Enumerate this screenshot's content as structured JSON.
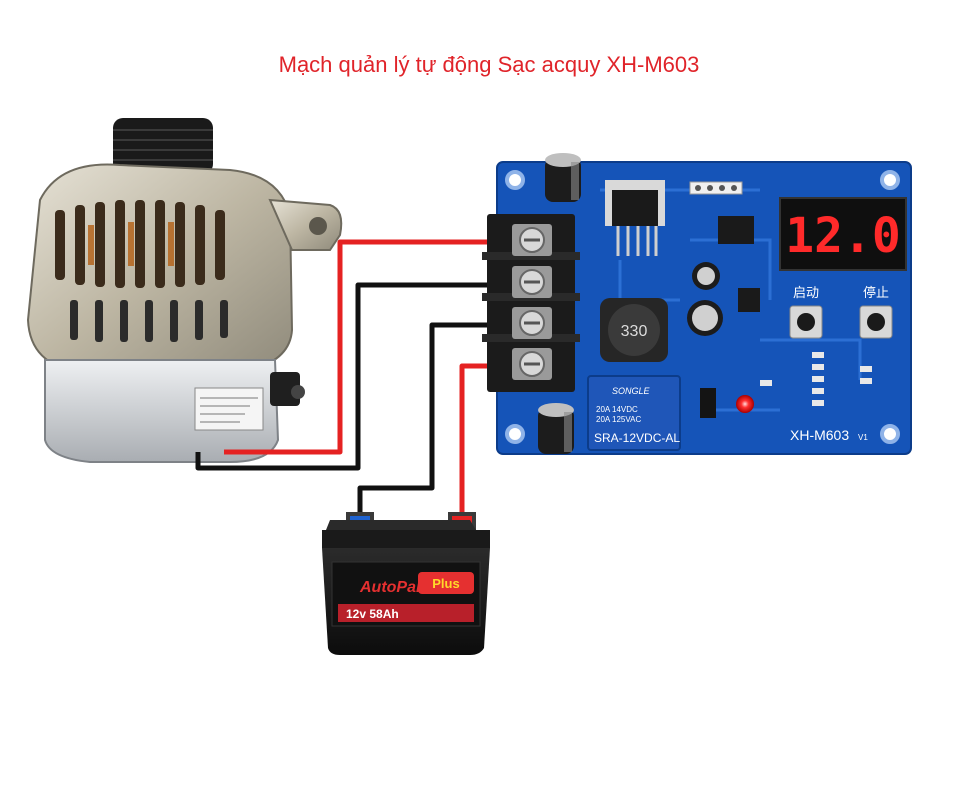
{
  "title": "Mạch quản lý tự động Sạc acquy XH-M603",
  "module": {
    "model_label": "XH-M603",
    "version_label": "V1",
    "display_value": "12.0",
    "start_button_label": "启动",
    "stop_button_label": "停止",
    "inductor_label": "330",
    "relay": {
      "brand": "SONGLE",
      "rating_line1": "20A 14VDC",
      "rating_line2": "20A 125VAC",
      "model": "SRA-12VDC-AL"
    }
  },
  "battery": {
    "brand": "AutoPart",
    "logo_text": "Plus",
    "spec_text": "12v 58Ah"
  },
  "colors": {
    "pcb": "#1554b8",
    "positive_wire": "#e52222",
    "negative_wire": "#111111",
    "display_digits": "#ff2a2a",
    "title": "#e0242a"
  }
}
